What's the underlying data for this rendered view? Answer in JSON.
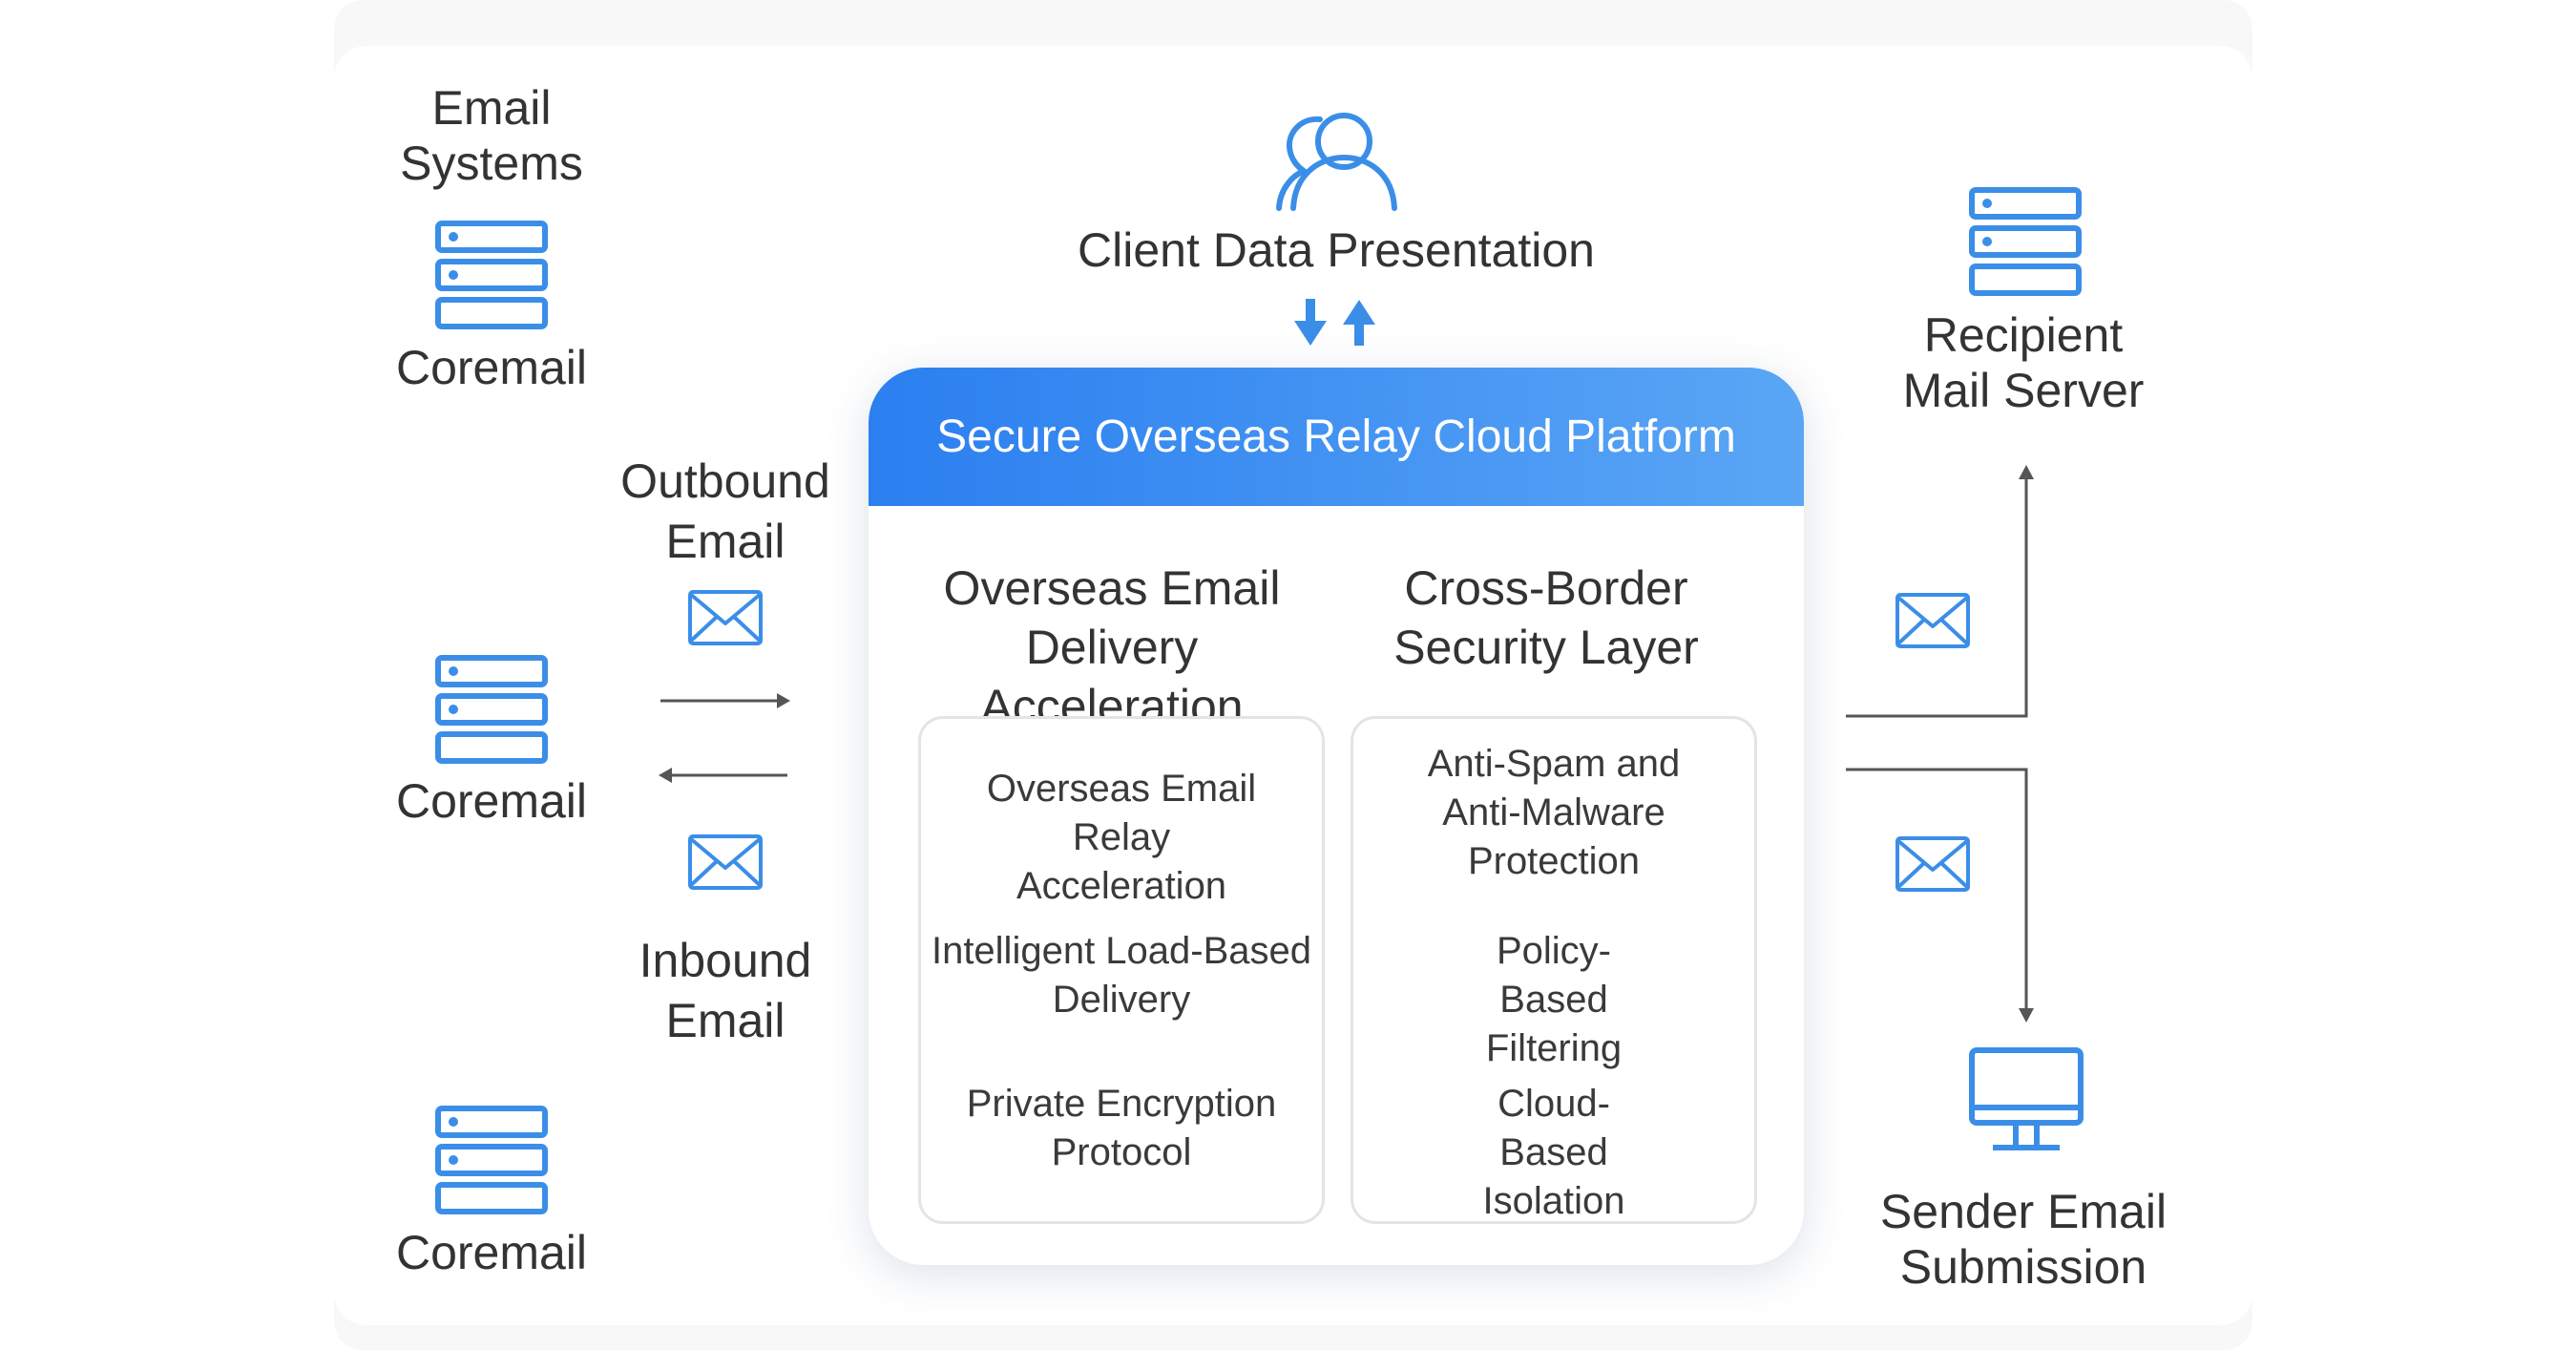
{
  "left": {
    "group_title": "Email Systems",
    "server_labels": [
      "Coremail",
      "Coremail",
      "Coremail"
    ]
  },
  "flows": {
    "outbound": "Outbound Email",
    "inbound": "Inbound Email"
  },
  "top": {
    "label": "Client Data Presentation"
  },
  "platform": {
    "title": "Secure Overseas Relay Cloud Platform",
    "columns": [
      {
        "heading": "Overseas Email Delivery Acceleration",
        "items": [
          "Overseas Email Relay Acceleration",
          "Intelligent Load-Based Delivery",
          "Private Encryption Protocol"
        ]
      },
      {
        "heading": "Cross-Border Security Layer",
        "items": [
          "Anti-Spam and Anti-Malware Protection",
          "Policy-Based Filtering",
          "Cloud-Based Isolation"
        ]
      }
    ]
  },
  "right": {
    "recipient": "Recipient Mail Server",
    "sender": "Sender Email Submission"
  },
  "colors": {
    "accent": "#2f86eb",
    "icon": "#3b8ee8",
    "header_start": "#2b7ff0",
    "header_end": "#5aa6f5",
    "line": "#555555"
  },
  "icons": {
    "server": "server-icon",
    "mail": "mail-icon",
    "users": "users-icon",
    "monitor": "monitor-icon",
    "sync": "sync-arrows-icon"
  }
}
